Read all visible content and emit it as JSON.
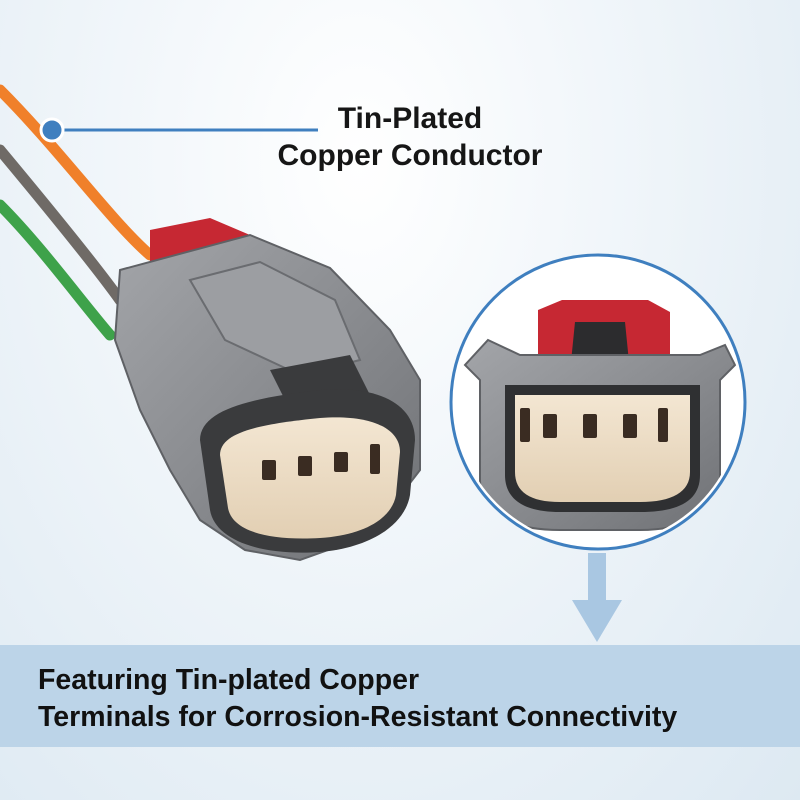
{
  "callout": {
    "line1": "Tin-Plated",
    "line2": "Copper Conductor"
  },
  "banner": {
    "line1": "Featuring Tin-plated Copper",
    "line2": "Terminals for Corrosion-Resistant Connectivity"
  },
  "colors": {
    "accent_blue": "#3f7fbf",
    "banner_blue": "#bcd4e8",
    "housing_gray": "#8a8c90",
    "insert_cream": "#ecdcc4",
    "latch_red": "#c62833",
    "wire_orange": "#f0802a",
    "wire_gray": "#6f6a66",
    "wire_green": "#3ea24a"
  },
  "icons": [
    "callout-dot-icon",
    "down-arrow-icon"
  ]
}
